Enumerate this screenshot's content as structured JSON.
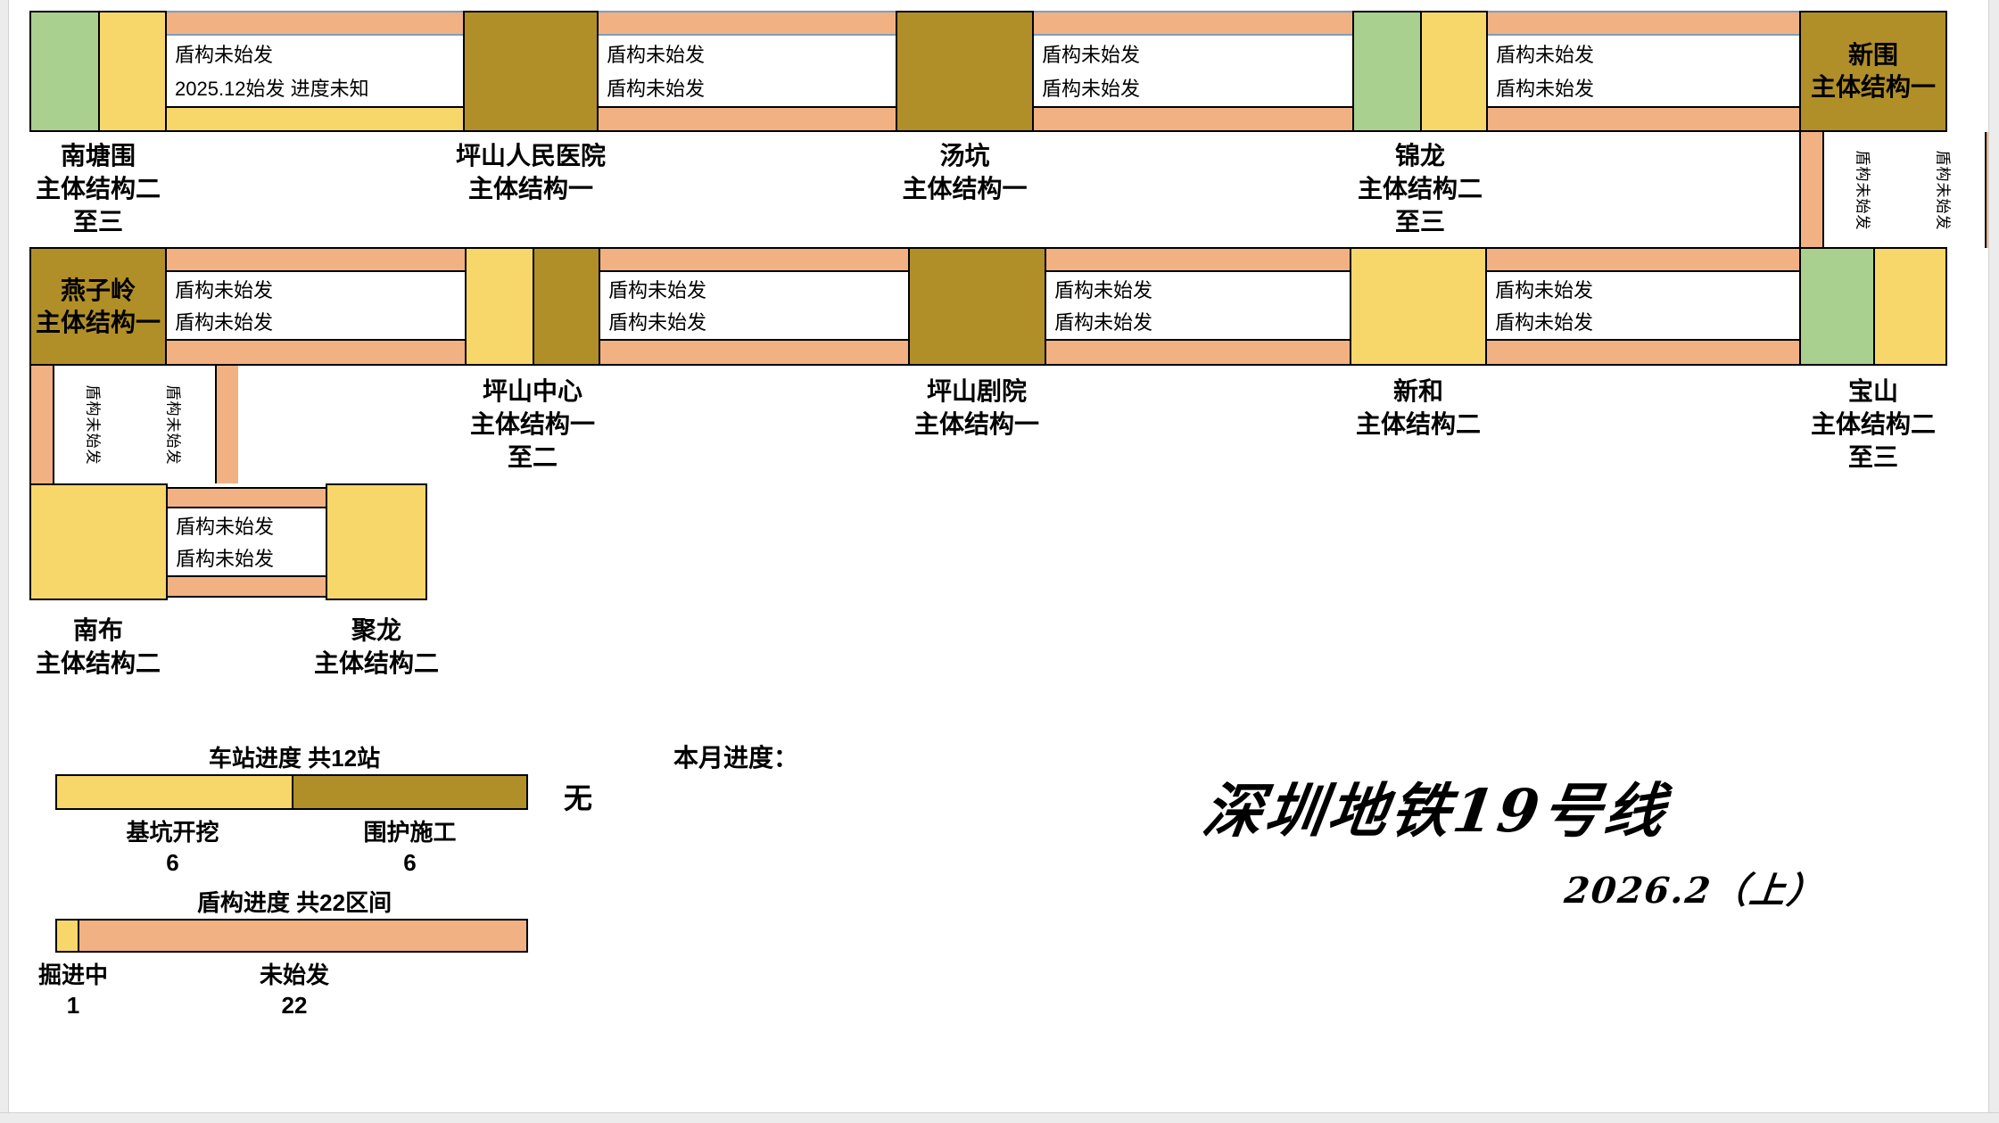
{
  "header": {
    "line_title": "深圳地铁19号线",
    "period": "2026.2（上）",
    "monthly_label": "本月进度："
  },
  "colors": {
    "excavation": "#F8D76A",
    "retaining": "#B18F28",
    "structure_green": "#A9D08E",
    "shield_not_started": "#F1B183",
    "shield_digging": "#F8D76A",
    "hairline_blue": "#7F9DB9"
  },
  "row1": {
    "stations": {
      "nantangwei": {
        "label": "南塘围\n主体结构二\n至三"
      },
      "pingshan_hospital": {
        "label": "坪山人民医院\n主体结构一"
      },
      "tangkeng": {
        "label": "汤坑\n主体结构一"
      },
      "jinlong": {
        "label": "锦龙\n主体结构二\n至三"
      },
      "xinwei": {
        "label": "新围\n主体结构一"
      }
    },
    "segments": {
      "s1": {
        "lines": "盾构未始发\n2025.12始发 进度未知"
      },
      "s2": {
        "lines": "盾构未始发\n盾构未始发"
      },
      "s3": {
        "lines": "盾构未始发\n盾构未始发"
      },
      "s4": {
        "lines": "盾构未始发\n盾构未始发"
      }
    }
  },
  "right_connector": {
    "tube_a": "盾构未始发",
    "tube_b": "盾构未始发"
  },
  "row2": {
    "stations": {
      "yanziling": {
        "label": "燕子岭\n主体结构一"
      },
      "pingshan_center": {
        "label": "坪山中心\n主体结构一\n至二"
      },
      "pingshan_theater": {
        "label": "坪山剧院\n主体结构一"
      },
      "xinhe": {
        "label": "新和\n主体结构二"
      },
      "baoshan": {
        "label": "宝山\n主体结构二\n至三"
      }
    },
    "segments": {
      "s5": {
        "lines": "盾构未始发\n盾构未始发"
      },
      "s6": {
        "lines": "盾构未始发\n盾构未始发"
      },
      "s7": {
        "lines": "盾构未始发\n盾构未始发"
      },
      "s8": {
        "lines": "盾构未始发\n盾构未始发"
      }
    }
  },
  "left_connector": {
    "tube_a": "盾构未始发",
    "tube_b": "盾构未始发"
  },
  "row3": {
    "stations": {
      "nanbu": {
        "label": "南布\n主体结构二"
      },
      "julong": {
        "label": "聚龙\n主体结构二"
      }
    },
    "segments": {
      "s9": {
        "lines": "盾构未始发\n盾构未始发"
      }
    }
  },
  "legend_station": {
    "title": "车站进度 共12站",
    "note": "无",
    "items": [
      {
        "label": "基坑开挖",
        "count": "6"
      },
      {
        "label": "围护施工",
        "count": "6"
      }
    ]
  },
  "legend_shield": {
    "title": "盾构进度 共22区间",
    "items": [
      {
        "label": "掘进中",
        "count": "1"
      },
      {
        "label": "未始发",
        "count": "22"
      }
    ]
  }
}
